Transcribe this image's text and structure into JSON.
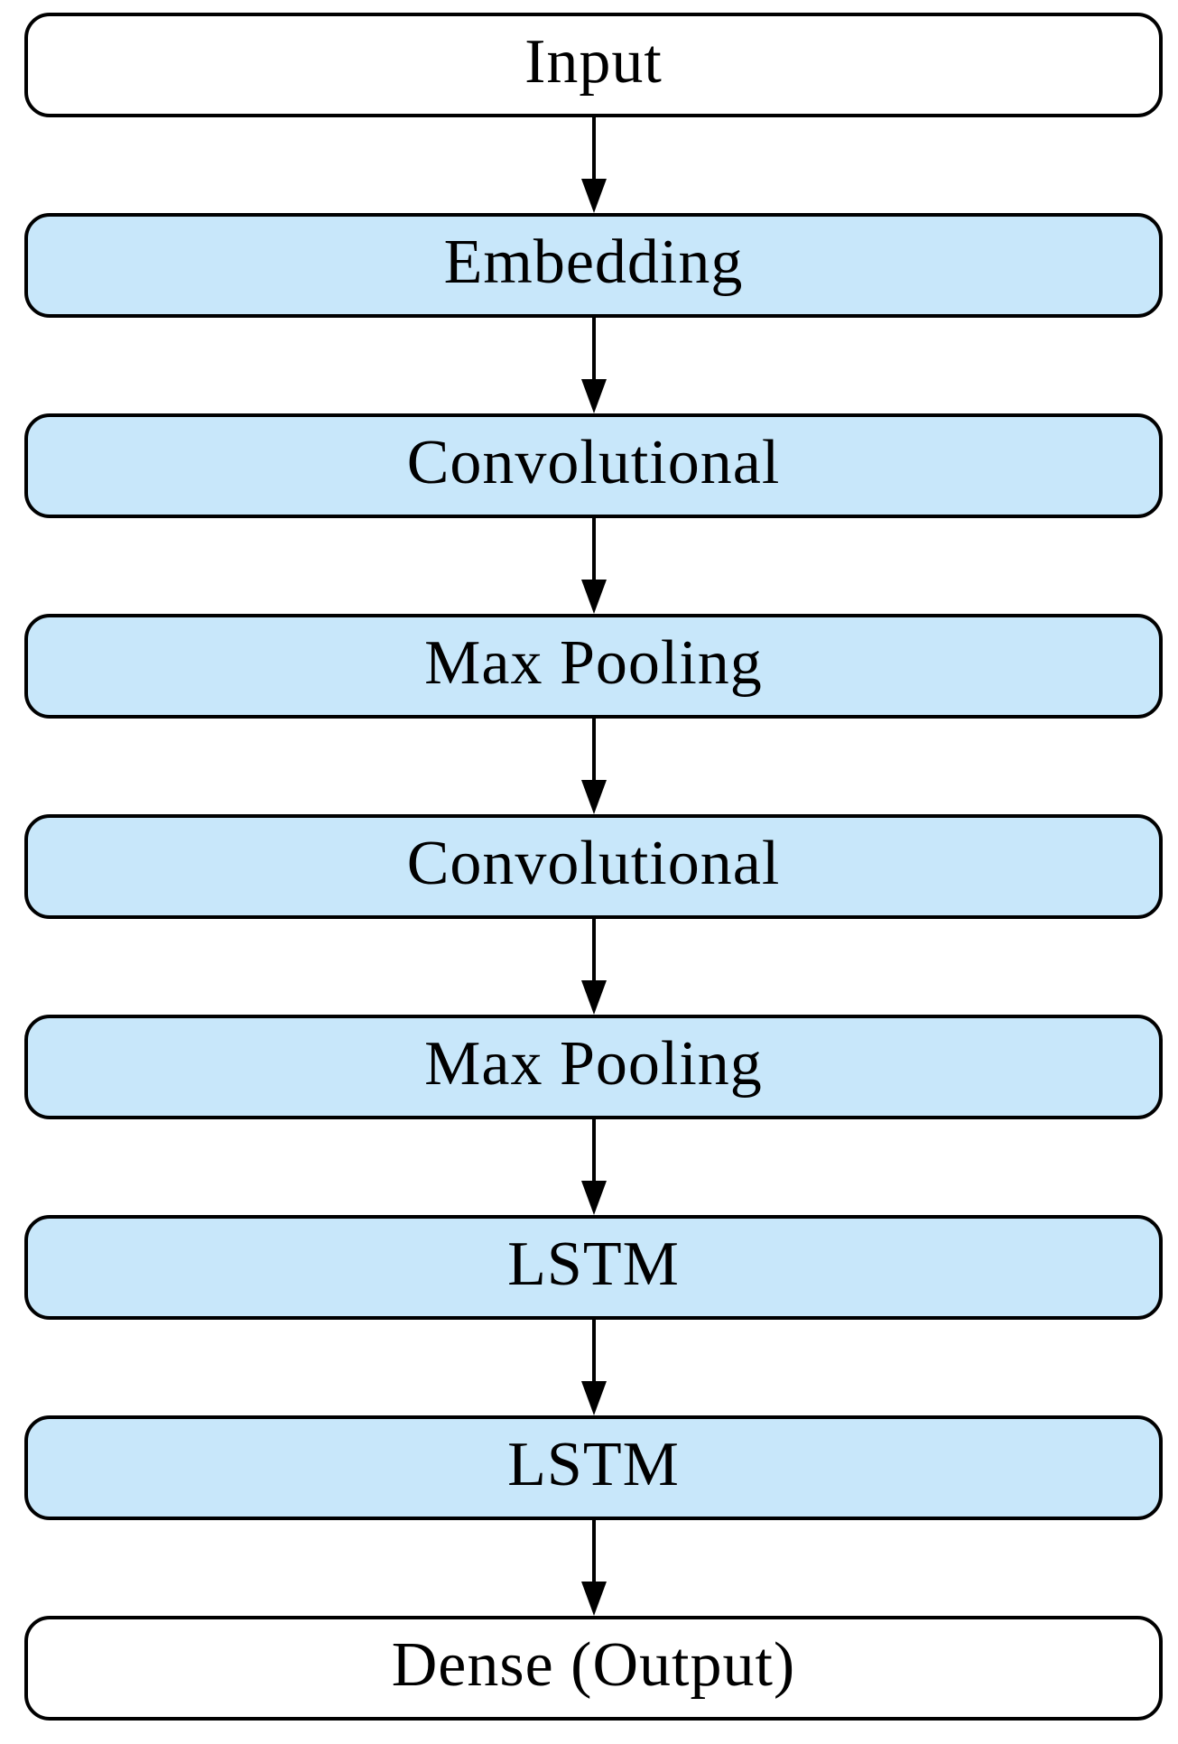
{
  "diagram": {
    "description": "Vertical flowchart of a CNN-LSTM neural network architecture",
    "flow_direction": "top-to-bottom",
    "nodes": [
      {
        "id": "input",
        "label": "Input",
        "fill": "#ffffff"
      },
      {
        "id": "embedding",
        "label": "Embedding",
        "fill": "#c8e7fa"
      },
      {
        "id": "convolutional-1",
        "label": "Convolutional",
        "fill": "#c8e7fa"
      },
      {
        "id": "max-pooling-1",
        "label": "Max Pooling",
        "fill": "#c8e7fa"
      },
      {
        "id": "convolutional-2",
        "label": "Convolutional",
        "fill": "#c8e7fa"
      },
      {
        "id": "max-pooling-2",
        "label": "Max Pooling",
        "fill": "#c8e7fa"
      },
      {
        "id": "lstm-1",
        "label": "LSTM",
        "fill": "#c8e7fa"
      },
      {
        "id": "lstm-2",
        "label": "LSTM",
        "fill": "#c8e7fa"
      },
      {
        "id": "dense-output",
        "label": "Dense (Output)",
        "fill": "#ffffff"
      }
    ],
    "edges": [
      {
        "from": "input",
        "to": "embedding"
      },
      {
        "from": "embedding",
        "to": "convolutional-1"
      },
      {
        "from": "convolutional-1",
        "to": "max-pooling-1"
      },
      {
        "from": "max-pooling-1",
        "to": "convolutional-2"
      },
      {
        "from": "convolutional-2",
        "to": "max-pooling-2"
      },
      {
        "from": "max-pooling-2",
        "to": "lstm-1"
      },
      {
        "from": "lstm-1",
        "to": "lstm-2"
      },
      {
        "from": "lstm-2",
        "to": "dense-output"
      }
    ],
    "colors": {
      "layer_fill_blue": "#c8e7fa",
      "terminal_fill_white": "#ffffff",
      "border": "#000000",
      "arrow": "#000000",
      "text": "#000000"
    }
  }
}
